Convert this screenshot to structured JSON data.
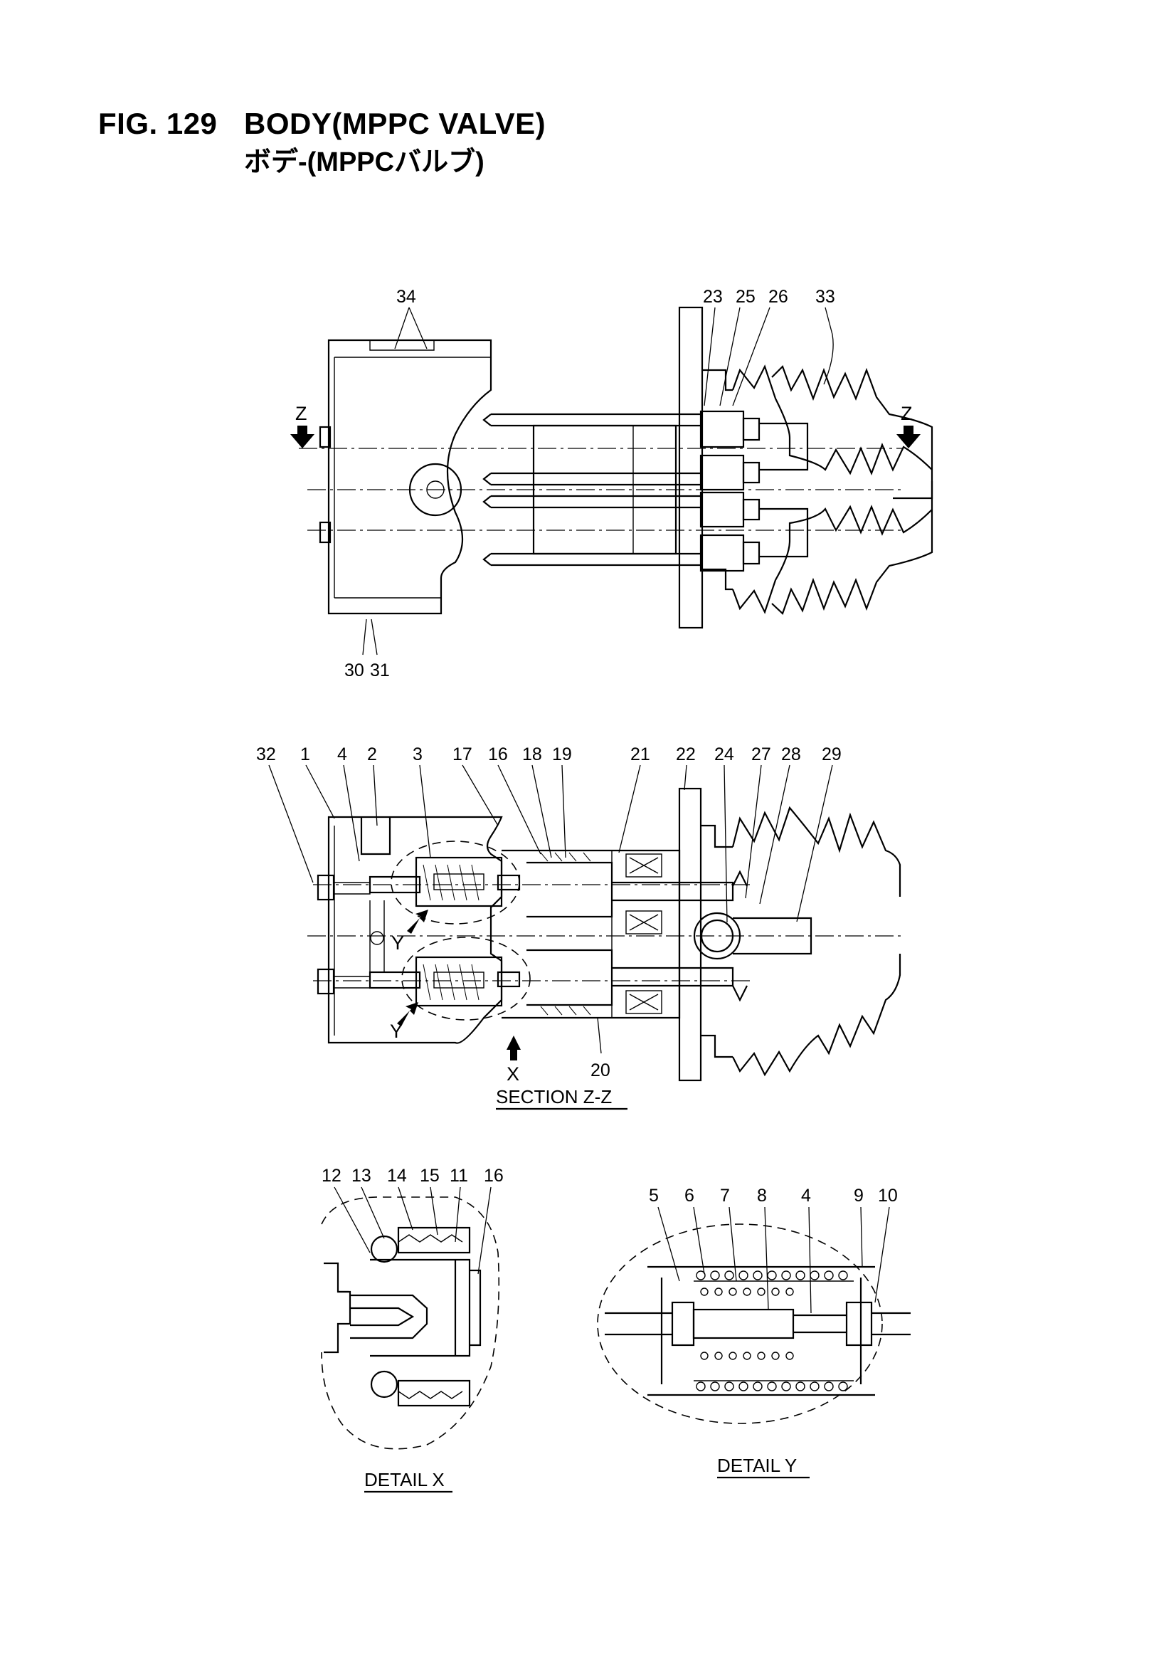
{
  "header": {
    "fig_number": "FIG. 129",
    "title": "BODY(MPPC VALVE)",
    "subtitle": "ボデ-(MPPCバルブ)"
  },
  "views": {
    "top": {
      "cut_marker_left": "Z",
      "cut_marker_right": "Z"
    },
    "section": {
      "caption": "SECTION Z-Z",
      "detail_marker_x": "X",
      "detail_marker_y_upper": "Y",
      "detail_marker_y_lower": "Y"
    },
    "detail_x": {
      "caption": "DETAIL X"
    },
    "detail_y": {
      "caption": "DETAIL Y"
    }
  },
  "callouts": {
    "top": [
      "34",
      "23",
      "25",
      "26",
      "33",
      "30",
      "31"
    ],
    "section": [
      "32",
      "1",
      "4",
      "2",
      "3",
      "17",
      "16",
      "18",
      "19",
      "21",
      "22",
      "24",
      "27",
      "28",
      "29",
      "20"
    ],
    "detail_x": [
      "12",
      "13",
      "14",
      "15",
      "11",
      "16"
    ],
    "detail_y": [
      "5",
      "6",
      "7",
      "8",
      "4",
      "9",
      "10"
    ]
  }
}
